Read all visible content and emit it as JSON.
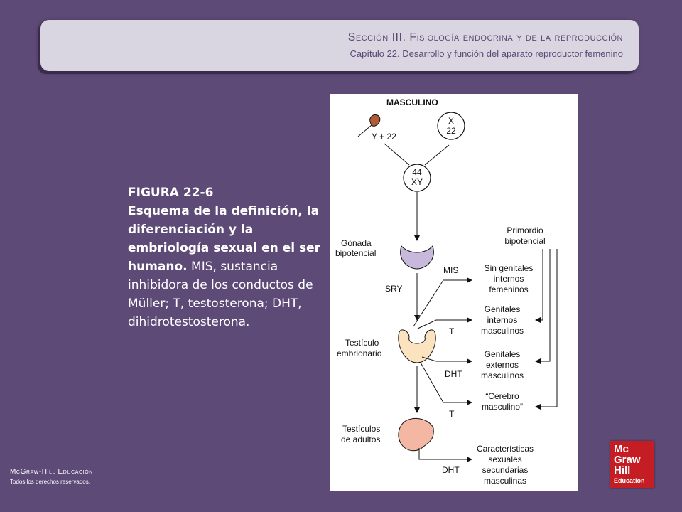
{
  "header": {
    "section": "Sección III. Fisiología endocrina y de la reproducción",
    "chapter": "Capítulo 22. Desarrollo y función del aparato reproductor femenino"
  },
  "caption": {
    "figure_label": "FIGURA 22-6",
    "title_bold": "Esquema de la definición, la diferenciación y la embriología sexual en el ser humano.",
    "description": " MIS, sustancia inhibidora de los conductos de Müller; T, testosterona; DHT, dihidrotestosterona."
  },
  "diagram": {
    "masculino": "MASCULINO",
    "sperm_label": "Y + 22",
    "egg_line1": "X",
    "egg_line2": "22",
    "zygote_line1": "44",
    "zygote_line2": "XY",
    "gonada_line1": "Gónada",
    "gonada_line2": "bipotencial",
    "primordio_line1": "Primordio",
    "primordio_line2": "bipotencial",
    "mis": "MIS",
    "sry": "SRY",
    "t1": "T",
    "dht1": "DHT",
    "t2": "T",
    "dht2": "DHT",
    "testiculo_line1": "Testículo",
    "testiculo_line2": "embrionario",
    "adultos_line1": "Testículos",
    "adultos_line2": "de adultos",
    "sin_line1": "Sin genitales",
    "sin_line2": "internos",
    "sin_line3": "femeninos",
    "gint_line1": "Genitales",
    "gint_line2": "internos",
    "gint_line3": "masculinos",
    "gext_line1": "Genitales",
    "gext_line2": "externos",
    "gext_line3": "masculinos",
    "cerebro_line1": "“Cerebro",
    "cerebro_line2": "masculino”",
    "car_line1": "Características",
    "car_line2": "sexuales",
    "car_line3": "secundarias",
    "car_line4": "masculinas"
  },
  "footer": {
    "brand": "McGraw-Hill Educación",
    "rights": "Todos los derechos reservados."
  },
  "logo": {
    "line1": "Mc",
    "line2": "Graw",
    "line3": "Hill",
    "line4": "Education"
  },
  "colors": {
    "background": "#5e4a77",
    "banner": "#d9d6e2",
    "gonad_purple": "#c7b8dc",
    "testis_cream": "#fbe3bf",
    "adult_testis": "#f4b7a4",
    "sperm": "#b15a36",
    "logo_red": "#c41e24"
  }
}
